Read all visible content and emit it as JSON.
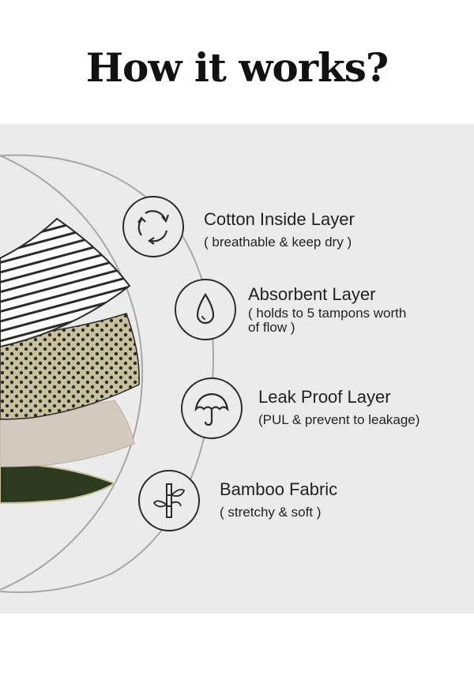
{
  "title": "How it works?",
  "colors": {
    "panel_bg": "#ebebeb",
    "outline": "#2b2b2b",
    "dot_layer": "#c9c19b",
    "beige_layer": "#d3c9bf",
    "dark_layer": "#2e3a1f"
  },
  "layers": [
    {
      "icon": "recycle-arrows-icon",
      "title": "Cotton Inside Layer",
      "description": "( breathable & keep dry )"
    },
    {
      "icon": "water-drop-icon",
      "title": "Absorbent Layer",
      "description": "( holds to 5 tampons worth\n of flow )"
    },
    {
      "icon": "umbrella-icon",
      "title": "Leak Proof Layer",
      "description": "(PUL & prevent to leakage)"
    },
    {
      "icon": "bamboo-icon",
      "title": "Bamboo Fabric",
      "description": "( stretchy & soft )"
    }
  ]
}
